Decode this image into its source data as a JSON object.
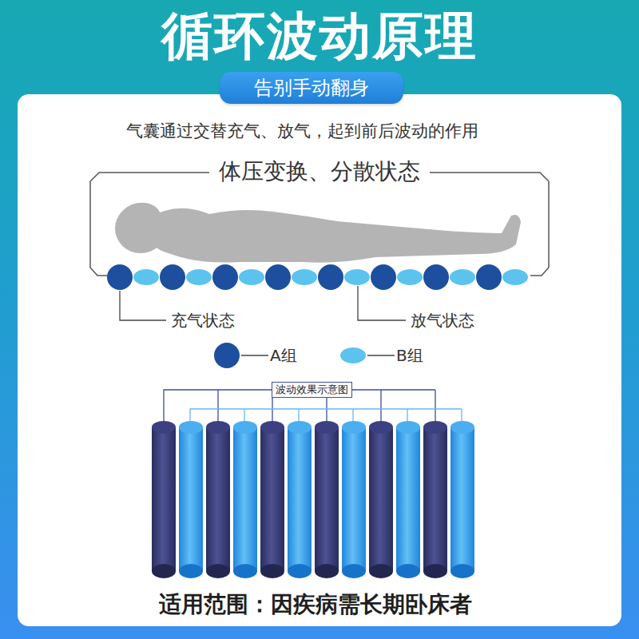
{
  "diagram": {
    "title": "循环波动原理",
    "nodes": [
      {
        "text": [
          "告别手动翻身"
        ]
      },
      {
        "text": [
          "体压变换、分散状态"
        ]
      },
      {
        "text": [
          "波动效果示意图"
        ]
      }
    ],
    "labels": [
      "气囊通过交替充气、放气，起到前后波动的作用",
      "充气状态",
      "放气状态",
      "适用范围：因疾病需长期卧床者"
    ],
    "legend": [
      {
        "text": "A组",
        "color": "#1d4f9e"
      },
      {
        "text": "B组",
        "color": "#5cc3ee"
      }
    ]
  }
}
